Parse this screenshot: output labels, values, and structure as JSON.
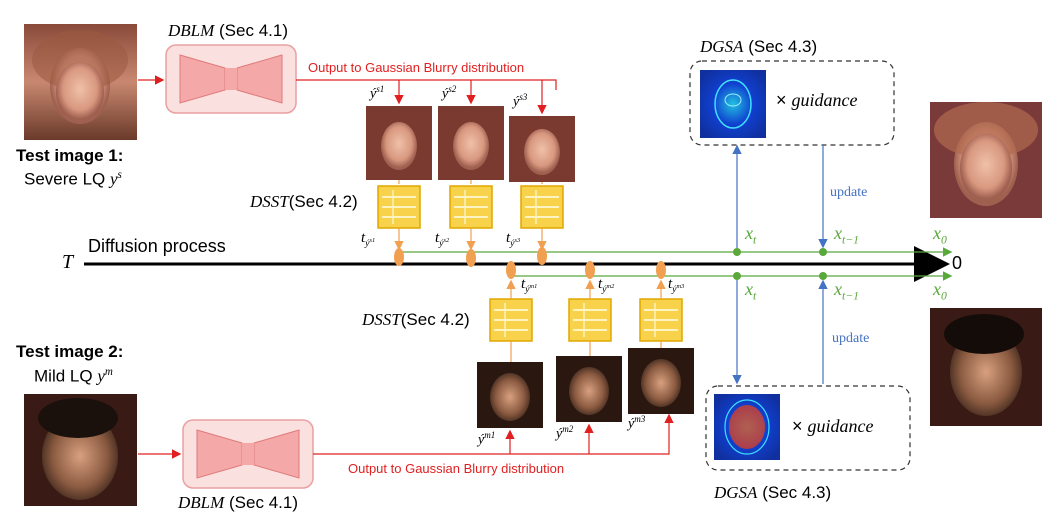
{
  "test1": {
    "title": "Test image 1:",
    "desc": "Severe LQ",
    "var": "y",
    "var_sup": "s"
  },
  "test2": {
    "title": "Test image 2:",
    "desc": "Mild LQ",
    "var": "y",
    "var_sup": "m"
  },
  "dblm": {
    "name": "DBLM",
    "sec": "(Sec 4.1)"
  },
  "dsst": {
    "name": "DSST",
    "sec": "(Sec 4.2)"
  },
  "dgsa": {
    "name": "DGSA",
    "sec": "(Sec 4.3)",
    "times": "×",
    "guidance": "guidance"
  },
  "output_label": "Output to Gaussian Blurry distribution",
  "severe_outputs": [
    {
      "base": "ý",
      "sup": "s1"
    },
    {
      "base": "ý",
      "sup": "s2"
    },
    {
      "base": "ý",
      "sup": "s3"
    }
  ],
  "mild_outputs": [
    {
      "base": "ý",
      "sup": "m1"
    },
    {
      "base": "ý",
      "sup": "m2"
    },
    {
      "base": "ý",
      "sup": "m3"
    }
  ],
  "severe_steps": [
    {
      "base": "t",
      "sub": "ý",
      "subsup": "s1"
    },
    {
      "base": "t",
      "sub": "ý",
      "subsup": "s2"
    },
    {
      "base": "t",
      "sub": "ý",
      "subsup": "s3"
    }
  ],
  "mild_steps": [
    {
      "base": "t",
      "sub": "ý",
      "subsup": "m1"
    },
    {
      "base": "t",
      "sub": "ý",
      "subsup": "m2"
    },
    {
      "base": "t",
      "sub": "ý",
      "subsup": "m3"
    }
  ],
  "timeline": {
    "start": "T",
    "label": "Diffusion process",
    "end": "0"
  },
  "states": {
    "xt": "x",
    "xt_sub": "t",
    "xt1": "x",
    "xt1_sub": "t−1",
    "x0": "x",
    "x0_sub": "0"
  },
  "update_label": "update",
  "colors": {
    "red": "#e02020",
    "green": "#5aa83c",
    "blue": "#4472c4",
    "orange": "#f0a050",
    "block_fill": "#f8d24a",
    "block_border": "#e0a800",
    "dblm_fill": "#f6b8b8",
    "dblm_border": "#e07a7a"
  },
  "icons": [
    "face-image",
    "grid-block-icon",
    "bowtie-network-icon",
    "guidance-map"
  ]
}
